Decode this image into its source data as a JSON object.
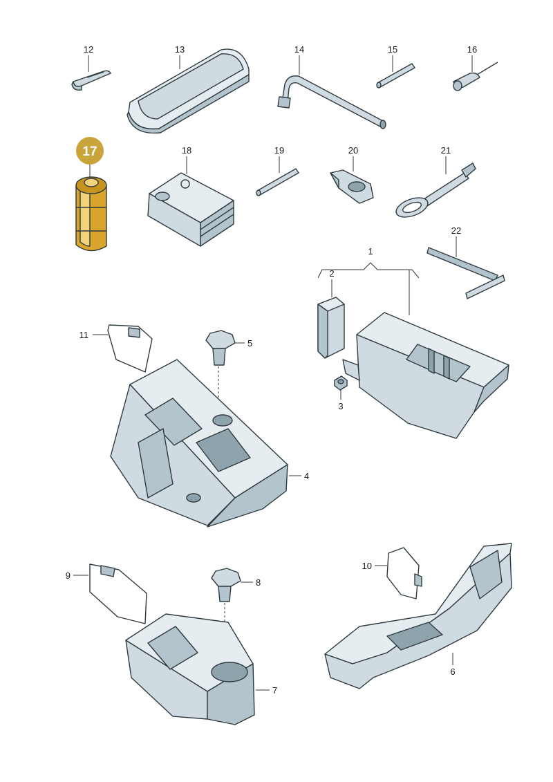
{
  "highlight_color": "#c9a43a",
  "parts": [
    {
      "id": "p1",
      "number": "1",
      "name": "tool-insert-holder-assembly"
    },
    {
      "id": "p2",
      "number": "2",
      "name": "bracket"
    },
    {
      "id": "p3",
      "number": "3",
      "name": "nut"
    },
    {
      "id": "p4",
      "number": "4",
      "name": "foam-tray-large"
    },
    {
      "id": "p5",
      "number": "5",
      "name": "wing-bolt"
    },
    {
      "id": "p6",
      "number": "6",
      "name": "foam-tray-long"
    },
    {
      "id": "p7",
      "number": "7",
      "name": "foam-tray-small"
    },
    {
      "id": "p8",
      "number": "8",
      "name": "wing-bolt"
    },
    {
      "id": "p9",
      "number": "9",
      "name": "strap-frame"
    },
    {
      "id": "p10",
      "number": "10",
      "name": "strap-frame"
    },
    {
      "id": "p11",
      "number": "11",
      "name": "strap-frame"
    },
    {
      "id": "p12",
      "number": "12",
      "name": "clip"
    },
    {
      "id": "p13",
      "number": "13",
      "name": "tool-bag"
    },
    {
      "id": "p14",
      "number": "14",
      "name": "wheel-wrench"
    },
    {
      "id": "p15",
      "number": "15",
      "name": "pin"
    },
    {
      "id": "p16",
      "number": "16",
      "name": "screwdriver"
    },
    {
      "id": "p17",
      "number": "17",
      "name": "bottle-canister",
      "highlighted": true
    },
    {
      "id": "p18",
      "number": "18",
      "name": "compressor"
    },
    {
      "id": "p19",
      "number": "19",
      "name": "rod"
    },
    {
      "id": "p20",
      "number": "20",
      "name": "adapter"
    },
    {
      "id": "p21",
      "number": "21",
      "name": "towing-eye"
    },
    {
      "id": "p22",
      "number": "22",
      "name": "crank"
    }
  ]
}
